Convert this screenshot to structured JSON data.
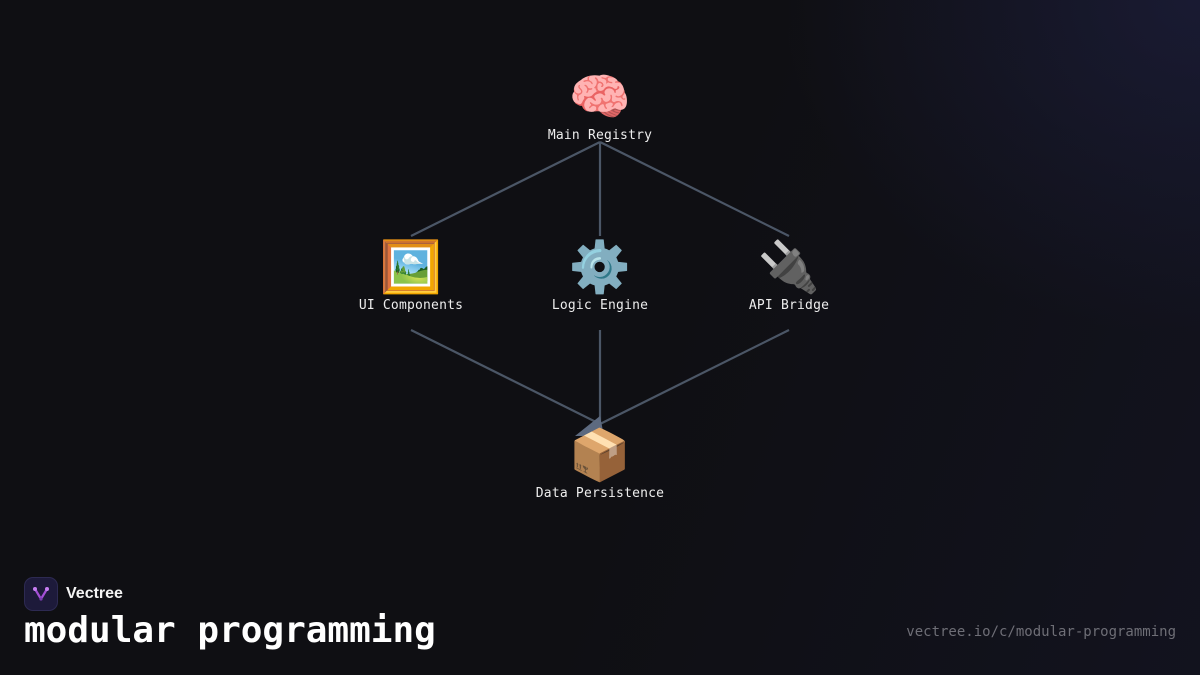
{
  "diagram": {
    "nodes": [
      {
        "id": "main-registry",
        "label": "Main Registry",
        "icon": "brain-icon",
        "glyph": "🧠"
      },
      {
        "id": "ui-components",
        "label": "UI Components",
        "icon": "framed-picture-icon",
        "glyph": "🖼️"
      },
      {
        "id": "logic-engine",
        "label": "Logic Engine",
        "icon": "gear-icon",
        "glyph": "⚙️"
      },
      {
        "id": "api-bridge",
        "label": "API Bridge",
        "icon": "electric-plug-icon",
        "glyph": "🔌"
      },
      {
        "id": "data-persistence",
        "label": "Data Persistence",
        "icon": "package-icon",
        "glyph": "📦"
      }
    ],
    "edges": [
      {
        "from": "main-registry",
        "to": "ui-components"
      },
      {
        "from": "main-registry",
        "to": "logic-engine"
      },
      {
        "from": "main-registry",
        "to": "api-bridge"
      },
      {
        "from": "ui-components",
        "to": "data-persistence"
      },
      {
        "from": "logic-engine",
        "to": "data-persistence"
      },
      {
        "from": "api-bridge",
        "to": "data-persistence"
      }
    ],
    "edge_color": "#4b5666"
  },
  "brand": {
    "name": "Vectree",
    "logo_icon": "vectree-logo-icon",
    "accent": "#a34fd6"
  },
  "title": "modular programming",
  "url": "vectree.io/c/modular-programming"
}
